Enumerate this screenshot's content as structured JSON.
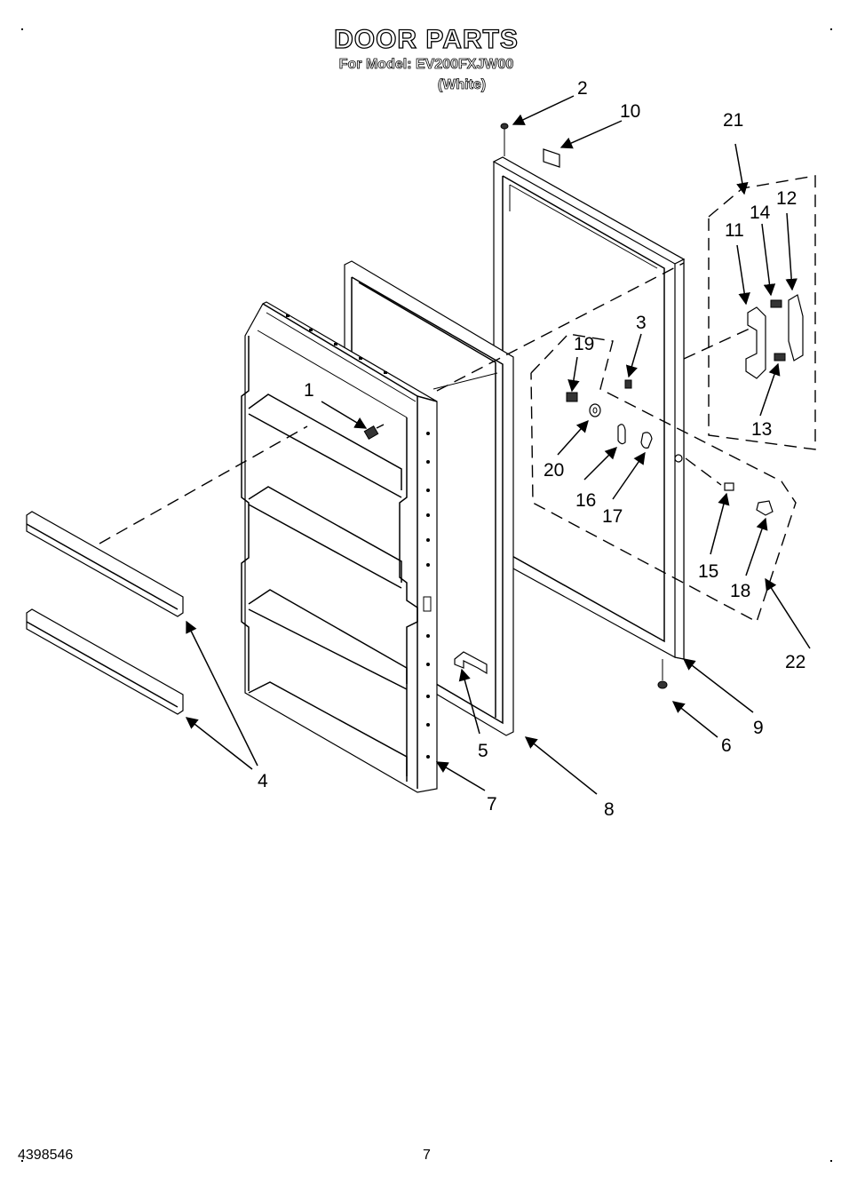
{
  "header": {
    "title": "DOOR PARTS",
    "model_line": "For Model: EV200FXJW00",
    "color_line": "(White)"
  },
  "footer": {
    "doc_number": "4398546",
    "page_number": "7"
  },
  "callouts": {
    "c1": "1",
    "c2": "2",
    "c3": "3",
    "c4": "4",
    "c5": "5",
    "c6": "6",
    "c7": "7",
    "c8": "8",
    "c9": "9",
    "c10": "10",
    "c11": "11",
    "c12": "12",
    "c13": "13",
    "c14": "14",
    "c15": "15",
    "c16": "16",
    "c17": "17",
    "c18": "18",
    "c19": "19",
    "c20": "20",
    "c21": "21",
    "c22": "22"
  }
}
